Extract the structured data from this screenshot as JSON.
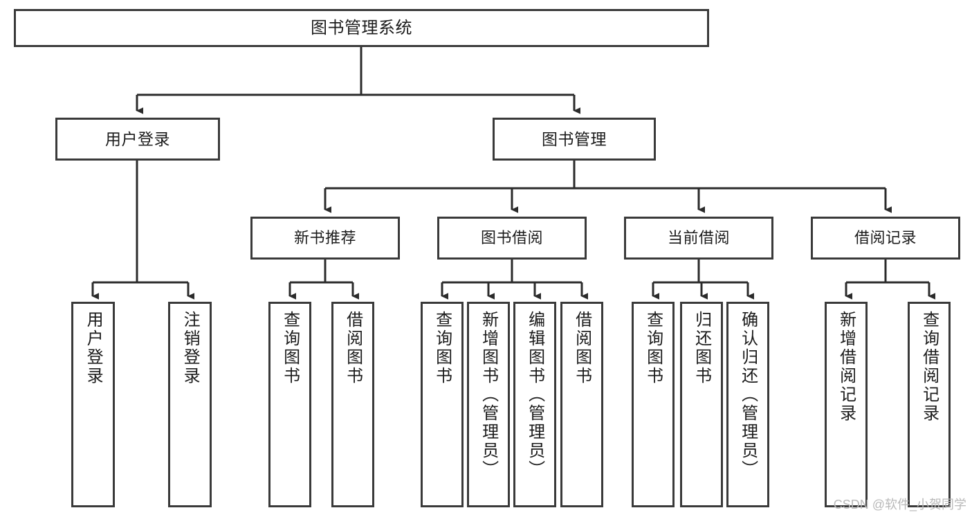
{
  "diagram": {
    "title": "图书管理系统",
    "type": "hierarchy-tree",
    "orientation": "top-down",
    "colors": {
      "box_border": "#3a3a3a",
      "box_fill": "#ffffff",
      "edge": "#2b2b2b",
      "text": "#1b1b1b",
      "watermark": "#b9b9b9"
    },
    "root": {
      "label": "图书管理系统"
    },
    "level2": [
      {
        "label": "用户登录"
      },
      {
        "label": "图书管理"
      }
    ],
    "level3": [
      {
        "label": "新书推荐"
      },
      {
        "label": "图书借阅"
      },
      {
        "label": "当前借阅"
      },
      {
        "label": "借阅记录"
      }
    ],
    "leaves": {
      "user_login": [
        {
          "label": "用户登录"
        },
        {
          "label": "注销登录"
        }
      ],
      "new_book_recommend": [
        {
          "label": "查询图书"
        },
        {
          "label": "借阅图书"
        }
      ],
      "book_borrow": [
        {
          "label": "查询图书"
        },
        {
          "label": "新增图书（管理员）"
        },
        {
          "label": "编辑图书（管理员）"
        },
        {
          "label": "借阅图书"
        }
      ],
      "current_borrow": [
        {
          "label": "查询图书"
        },
        {
          "label": "归还图书"
        },
        {
          "label": "确认归还（管理员）"
        }
      ],
      "borrow_record": [
        {
          "label": "新增借阅记录"
        },
        {
          "label": "查询借阅记录"
        }
      ]
    }
  },
  "watermark": {
    "text": "CSDN @软件_小贺同学"
  }
}
